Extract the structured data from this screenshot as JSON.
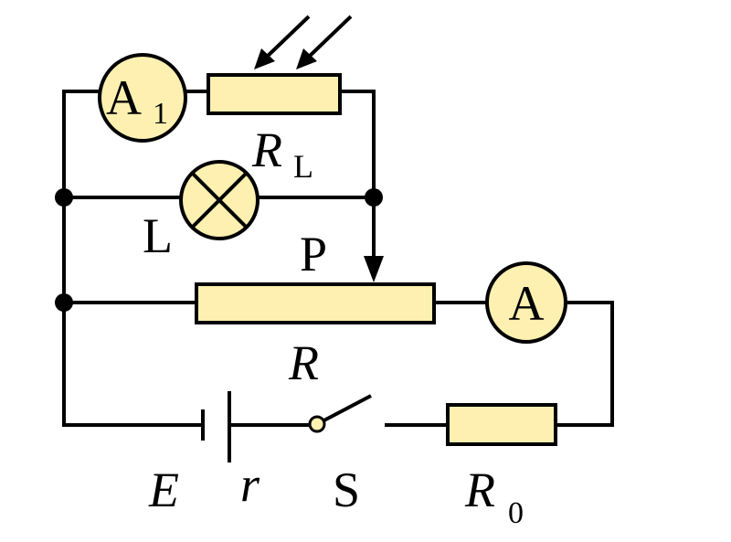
{
  "colors": {
    "component_fill": "#fdf0b0",
    "line": "#000000",
    "background": "#ffffff"
  },
  "icons": {
    "light_arrows": "light-arrows-icon",
    "lamp": "lamp-cross-icon",
    "slider_arrow": "arrow-down-icon"
  },
  "labels": {
    "ammeter_a1_main": "A",
    "ammeter_a1_sub": "1",
    "ldr_main": "R",
    "ldr_sub": "L",
    "lamp": "L",
    "slider": "P",
    "rheostat": "R",
    "ammeter_a": "A",
    "emf": "E",
    "internal_resistance": "r",
    "switch": "S",
    "fixed_resistor_main": "R",
    "fixed_resistor_sub": "0"
  }
}
